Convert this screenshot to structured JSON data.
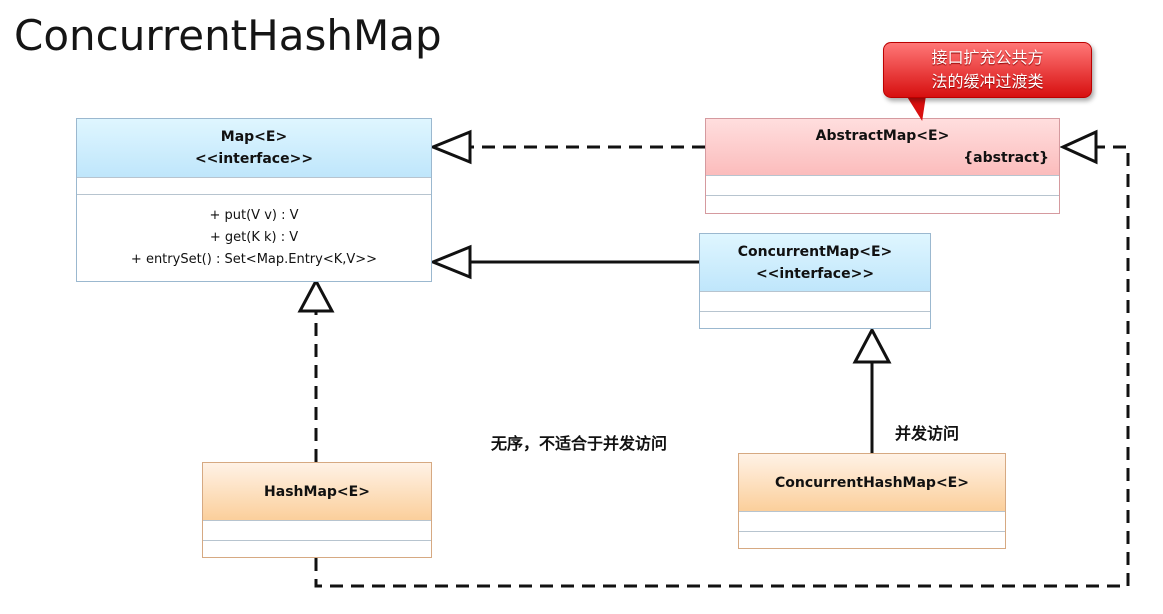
{
  "title": "ConcurrentHashMap",
  "note": {
    "line1": "接口扩充公共方",
    "line2": "法的缓冲过渡类"
  },
  "classes": {
    "map": {
      "name": "Map<E>",
      "stereotype": "<<interface>>",
      "methods": [
        "+ put(V v) : V",
        "+ get(K k) : V",
        "+ entrySet() : Set<Map.Entry<K,V>>"
      ]
    },
    "abstract_map": {
      "name": "AbstractMap<E>",
      "stereotype": "{abstract}"
    },
    "concurrent_map": {
      "name": "ConcurrentMap<E>",
      "stereotype": "<<interface>>"
    },
    "hash_map": {
      "name": "HashMap<E>"
    },
    "concurrent_hash_map": {
      "name": "ConcurrentHashMap<E>"
    }
  },
  "annotations": {
    "hash_map": "无序，不适合于并发访问",
    "concurrent_hash_map": "并发访问"
  },
  "colors": {
    "interface_fill": "#c8ecff",
    "abstract_fill": "#ffc8c8",
    "concrete_fill": "#ffd7ab",
    "note_fill": "#e72525",
    "line": "#111111"
  }
}
